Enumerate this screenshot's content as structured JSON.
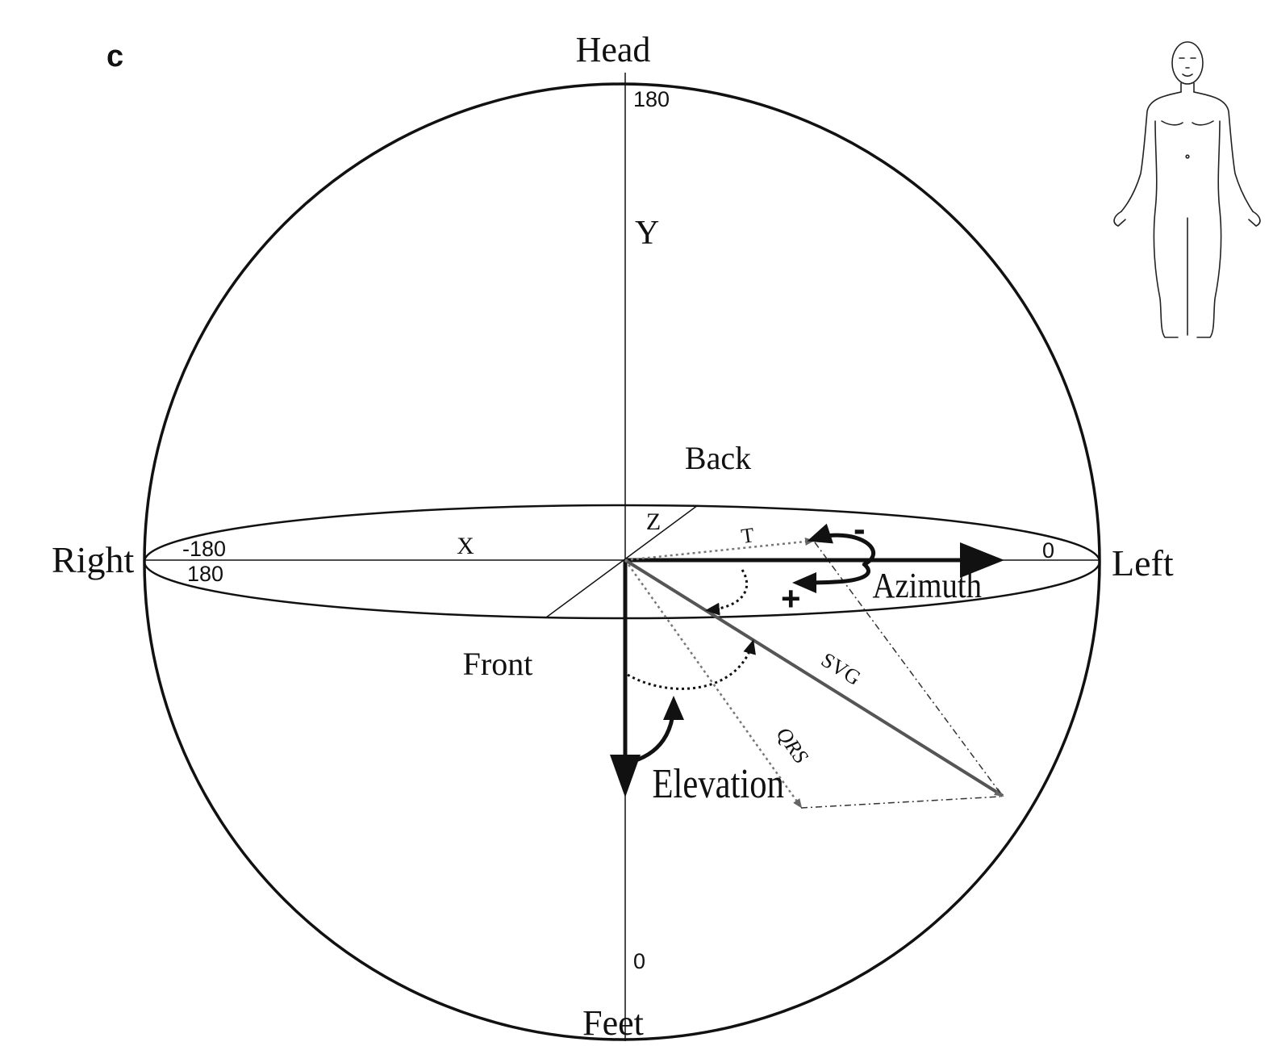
{
  "panel_label": "c",
  "directions": {
    "head": "Head",
    "feet": "Feet",
    "right": "Right",
    "left": "Left",
    "back": "Back",
    "front": "Front"
  },
  "axes": {
    "x": "X",
    "y": "Y",
    "z": "Z"
  },
  "ticks": {
    "top": "180",
    "bottom": "0",
    "right_upper": "-180",
    "right_lower": "180",
    "left": "0"
  },
  "vectors": {
    "t": "T",
    "svg": "SVG",
    "qrs": "QRS"
  },
  "angles": {
    "azimuth": "Azimuth",
    "elevation": "Elevation",
    "minus_sign": "-",
    "plus_sign": "+"
  },
  "colors": {
    "ink": "#111111",
    "vector_gray": "#555555",
    "dotted_gray": "#777777"
  }
}
